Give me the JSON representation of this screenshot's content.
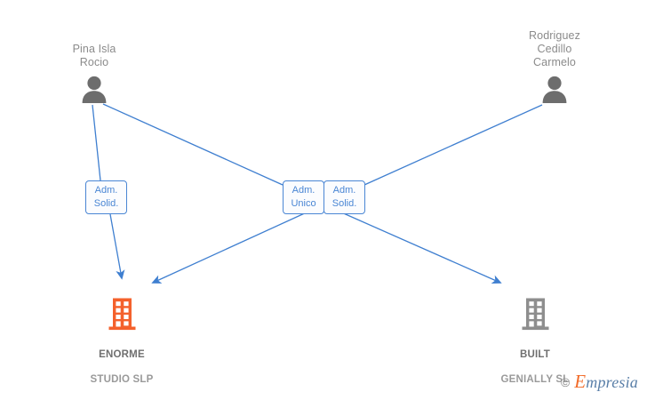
{
  "diagram": {
    "type": "org-relationship-graph",
    "colors": {
      "edge": "#3f7fd0",
      "role_box_border": "#4a86d4",
      "role_box_text": "#4a86d4",
      "person_icon": "#6d6d6d",
      "person_label": "#8b8b8b",
      "company_active": "#f4612c",
      "company_inactive": "#8e8e8e",
      "background": "#ffffff"
    },
    "persons": [
      {
        "id": "pina-isla-rocio",
        "label": "Pina Isla\nRocio",
        "icon": "person-icon"
      },
      {
        "id": "rodriguez-cedillo-carmelo",
        "label": "Rodriguez\nCedillo\nCarmelo",
        "icon": "person-icon"
      }
    ],
    "companies": [
      {
        "id": "enorme-studio-slp",
        "line1": "ENORME",
        "line2": "STUDIO  SLP",
        "icon": "building-icon",
        "color": "#f4612c"
      },
      {
        "id": "built-genially-sl",
        "line1": "BUILT",
        "line2": "GENIALLY  SL",
        "icon": "building-icon",
        "color": "#8e8e8e"
      }
    ],
    "roles": [
      {
        "id": "role-adm-solid-left",
        "label": "Adm.\nSolid."
      },
      {
        "id": "role-adm-unico",
        "label": "Adm.\nUnico"
      },
      {
        "id": "role-adm-solid-right",
        "label": "Adm.\nSolid."
      }
    ],
    "edges": [
      {
        "from": "pina-isla-rocio",
        "via": "role-adm-solid-left",
        "to": "enorme-studio-slp"
      },
      {
        "from": "pina-isla-rocio",
        "via": "role-adm-unico",
        "to": "enorme-studio-slp"
      },
      {
        "from": "rodriguez-cedillo-carmelo",
        "via": "role-adm-solid-right",
        "to": "built-genially-sl"
      }
    ]
  },
  "watermark": {
    "copyright": "©",
    "brand_cap": "E",
    "brand_rest": "mpresia"
  }
}
